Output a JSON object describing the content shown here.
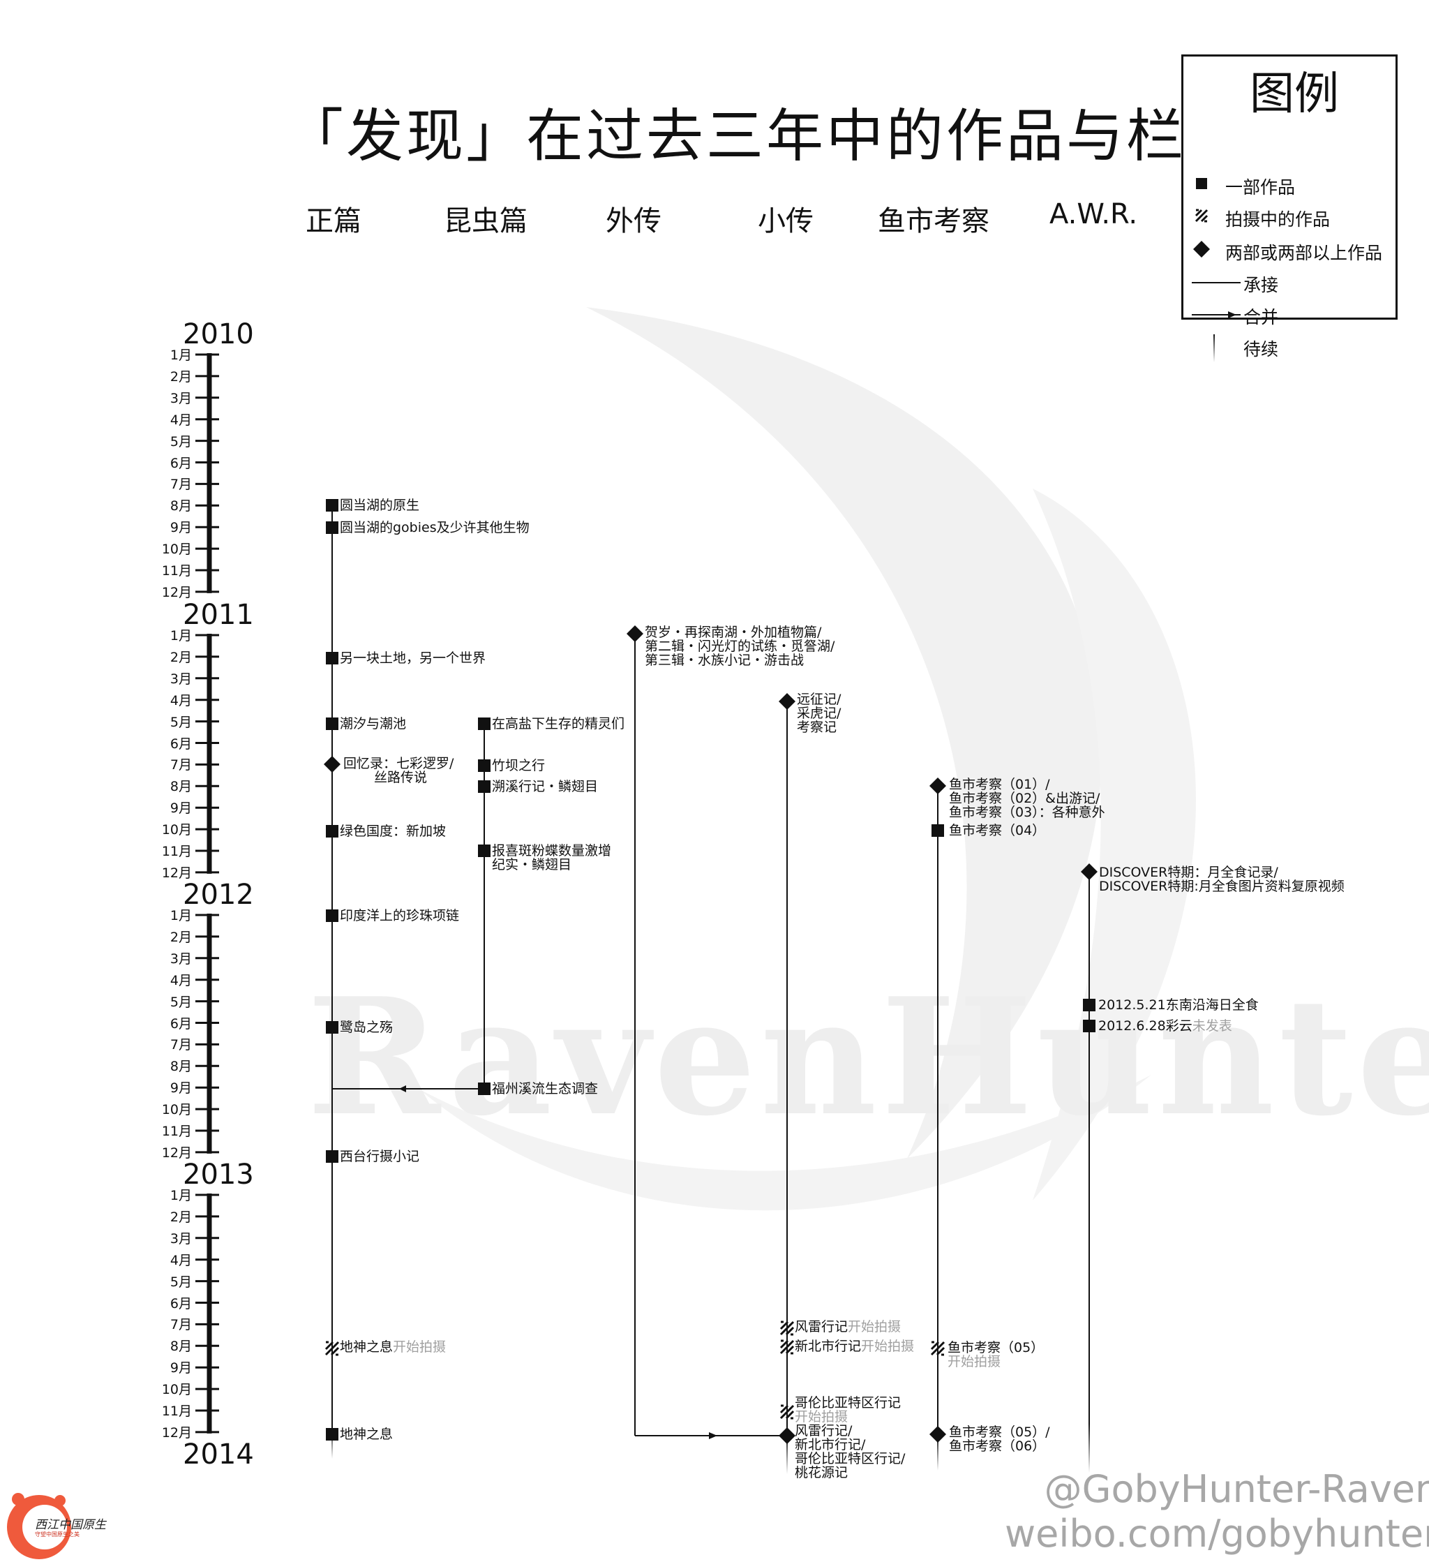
{
  "title": "「发现」在过去三年中的作品与栏目",
  "columns": [
    "正篇",
    "昆虫篇",
    "外传",
    "小传",
    "鱼市考察",
    "A.W.R."
  ],
  "legend": {
    "title": "图例",
    "items": [
      "一部作品",
      "拍摄中的作品",
      "两部或两部以上作品",
      "承接",
      "合并",
      "待续"
    ]
  },
  "timeline": {
    "years": [
      "2010",
      "2011",
      "2012",
      "2013",
      "2014"
    ],
    "months": [
      "1月",
      "2月",
      "3月",
      "4月",
      "5月",
      "6月",
      "7月",
      "8月",
      "9月",
      "10月",
      "11月",
      "12月"
    ]
  },
  "entries": {
    "z1": "圆当湖的原生",
    "z2": "圆当湖的gobies及少许其他生物",
    "z3": "另一块土地，另一个世界",
    "z4": "潮汐与潮池",
    "z5_l1": "回忆录：七彩逻罗/",
    "z5_l2": "丝路传说",
    "z6": "绿色国度：新加坡",
    "z7": "印度洋上的珍珠项链",
    "z8": "鹭岛之殇",
    "z9": "西台行摄小记",
    "z10": "地神之息",
    "z10_status": "开始拍摄",
    "z11": "地神之息",
    "k1": "在高盐下生存的精灵们",
    "k2": "竹坝之行",
    "k3": "溯溪行记・鳞翅目",
    "k4_l1": "报喜斑粉蝶数量激增",
    "k4_l2": "纪实・鳞翅目",
    "k5": "福州溪流生态调查",
    "w1_l1": "贺岁・再探南湖・外加植物篇/",
    "w1_l2": "第二辑・闪光灯的试练・觅詧湖/",
    "w1_l3": "第三辑・水族小记・游击战",
    "x1_l1": "远征记/",
    "x1_l2": "采虎记/",
    "x1_l3": "考察记",
    "x2": "风雷行记",
    "x2_status": "开始拍摄",
    "x3": "新北市行记",
    "x3_status": "开始拍摄",
    "x4": "哥伦比亚特区行记",
    "x4_status": "开始拍摄",
    "x5_l1": "风雷行记/",
    "x5_l2": "新北市行记/",
    "x5_l3": "哥伦比亚特区行记/",
    "x5_l4": "桃花源记",
    "y1_l1": "鱼市考察（01）/",
    "y1_l2": "鱼市考察（02）&出游记/",
    "y1_l3": "鱼市考察（03）：各种意外",
    "y2": "鱼市考察（04）",
    "y3": "鱼市考察（05）",
    "y3_status": "开始拍摄",
    "y4_l1": "鱼市考察（05）/",
    "y4_l2": "鱼市考察（06）",
    "a1_l1": "DISCOVER特期：月全食记录/",
    "a1_l2": "DISCOVER特期:月全食图片资料复原视频",
    "a2": "2012.5.21东南沿海日全食",
    "a3": "2012.6.28彩云",
    "a3_status": "未发表"
  },
  "watermark": {
    "line1": "@GobyHunter-Raven",
    "line2": "weibo.com/gobyhunter"
  },
  "logo": {
    "text": "西江中国原生",
    "sub": "守望中国原生之美"
  },
  "colors": {
    "ink": "#111111",
    "status_gray": "#a0a0a0",
    "watermark": "#a7a7a7",
    "logo": "#e8452c"
  }
}
